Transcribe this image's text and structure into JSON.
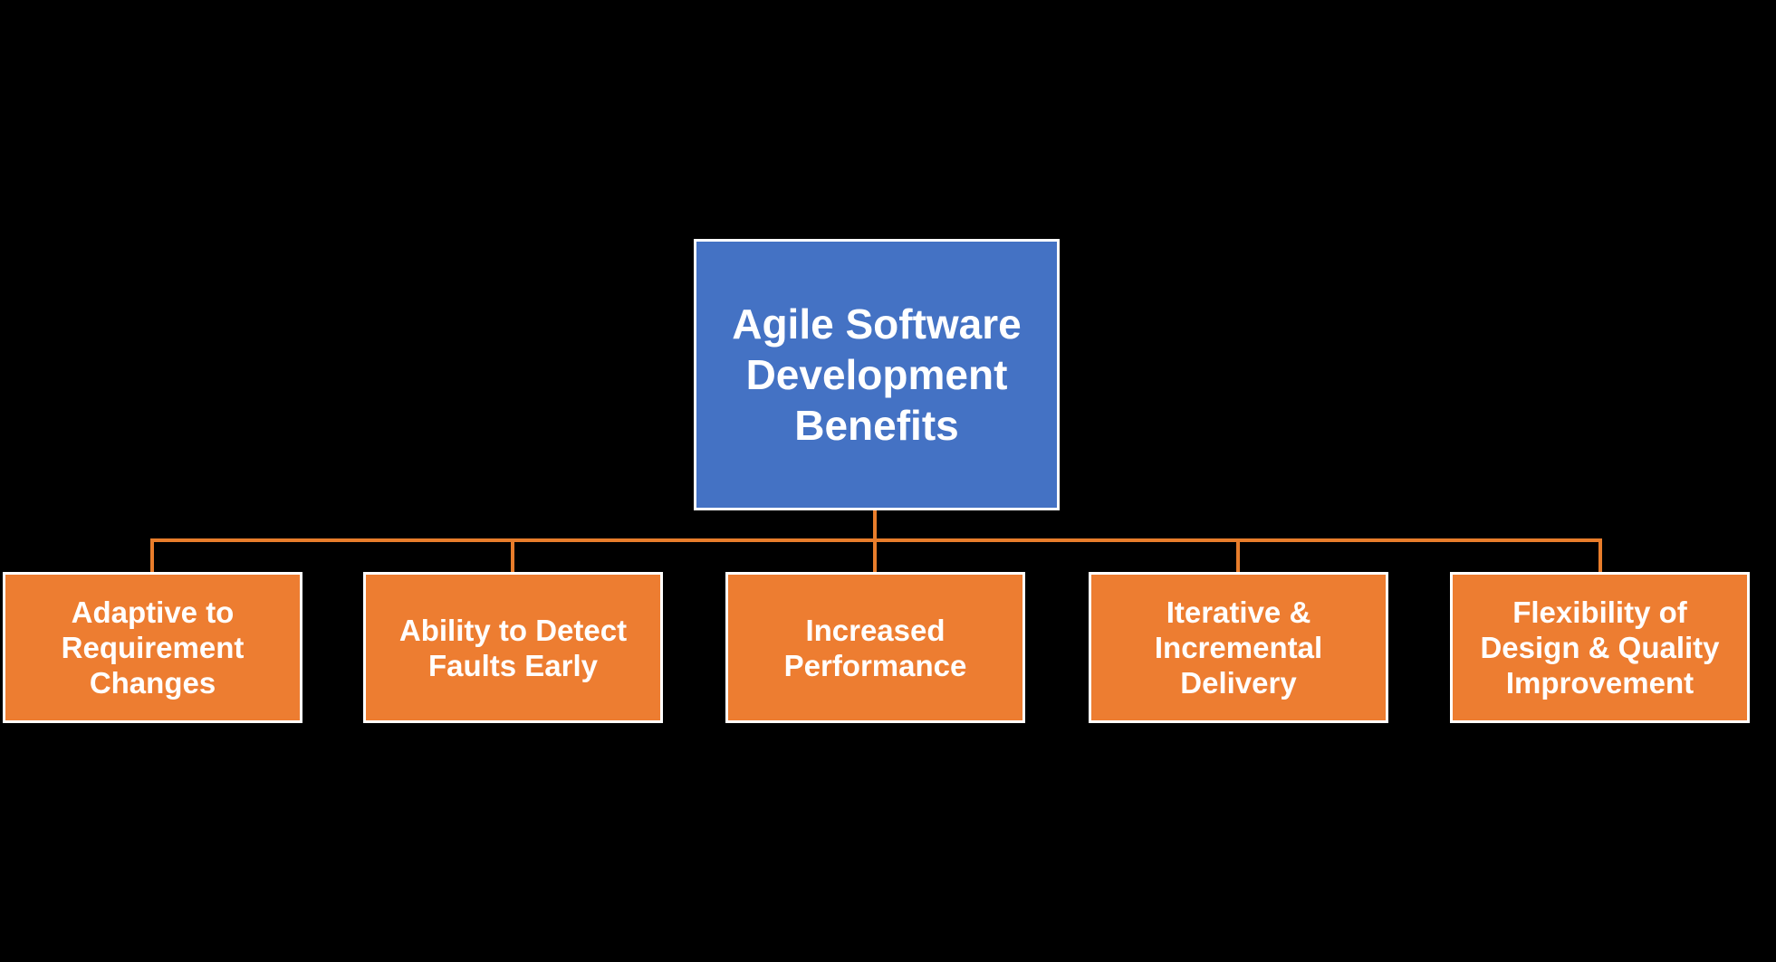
{
  "diagram": {
    "title": "Agile Software Development Benefits",
    "root": {
      "label": "Agile Software\nDevelopment\nBenefits"
    },
    "children": [
      {
        "label": "Adaptive to\nRequirement\nChanges"
      },
      {
        "label": "Ability to Detect\nFaults Early"
      },
      {
        "label": "Increased\nPerformance"
      },
      {
        "label": "Iterative &\nIncremental\nDelivery"
      },
      {
        "label": "Flexibility of\nDesign & Quality\nImprovement"
      }
    ],
    "colors": {
      "background": "#000000",
      "root_fill": "#4472C4",
      "child_fill": "#ED7D31",
      "connector": "#E87D2B",
      "border": "#FFFFFF",
      "text": "#FFFFFF"
    }
  }
}
